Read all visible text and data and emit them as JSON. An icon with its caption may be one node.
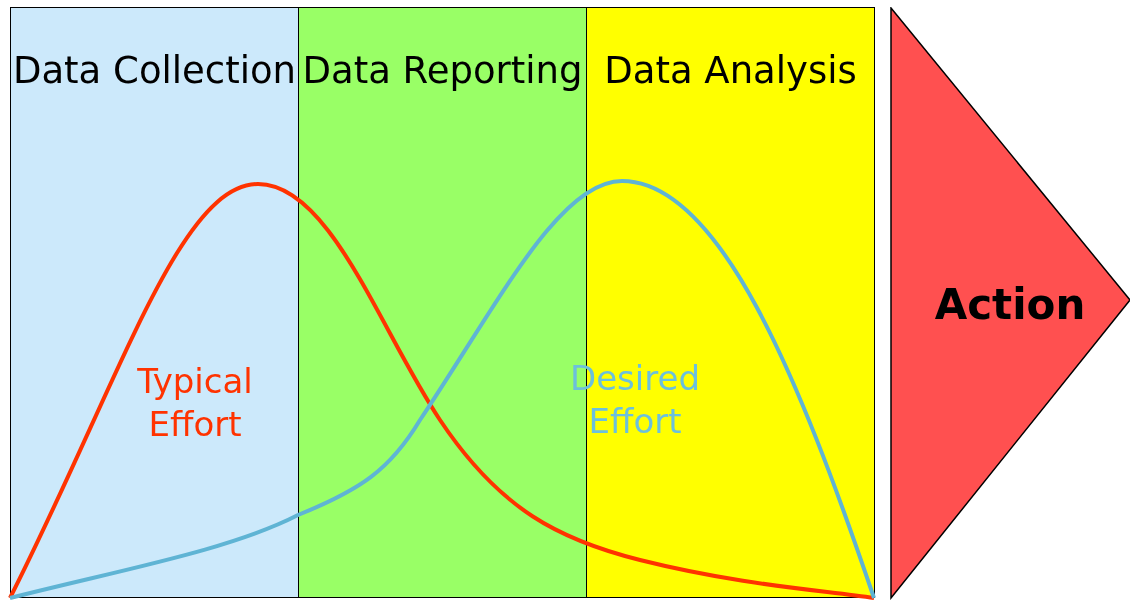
{
  "diagram": {
    "nodes": [
      {
        "text": [
          "Data Collection"
        ]
      },
      {
        "text": [
          "Data Reporting"
        ]
      },
      {
        "text": [
          "Data Analysis"
        ]
      },
      {
        "text": [
          "Action"
        ]
      }
    ],
    "labels": [
      "Typical Effort",
      "Desired Effort"
    ]
  }
}
